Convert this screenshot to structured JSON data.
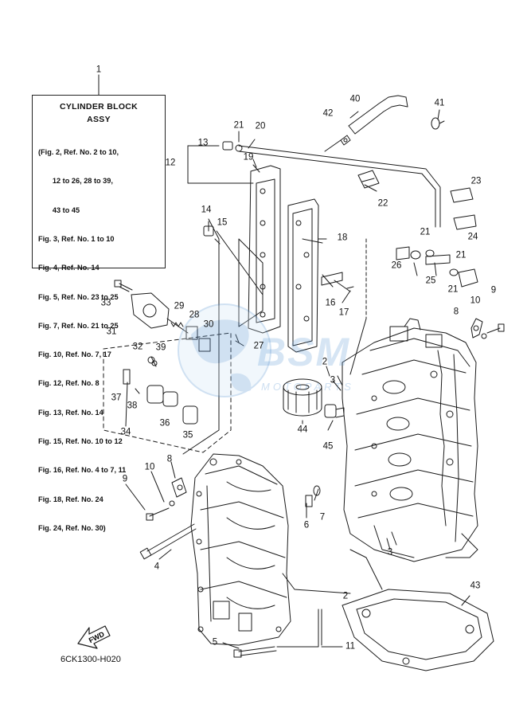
{
  "legend": {
    "title": "CYLINDER BLOCK",
    "subtitle": "ASSY",
    "lines": [
      "(Fig. 2, Ref. No. 2 to 10,",
      "       12 to 26, 28 to 39,",
      "       43 to 45",
      "Fig. 3, Ref. No. 1 to 10",
      "Fig. 4, Ref. No. 14",
      "Fig. 5, Ref. No. 23 to 25",
      "Fig. 7, Ref. No. 21 to 25",
      "Fig. 10, Ref. No. 7, 17",
      "Fig. 12, Ref. No. 8",
      "Fig. 13, Ref. No. 14",
      "Fig. 15, Ref. No. 10 to 12",
      "Fig. 16, Ref. No. 4 to 7, 11",
      "Fig. 18, Ref. No. 24",
      "Fig. 24, Ref. No. 30)"
    ]
  },
  "callouts": [
    "1",
    "2",
    "2",
    "3",
    "3",
    "4",
    "5",
    "6",
    "7",
    "8",
    "8",
    "9",
    "9",
    "10",
    "10",
    "11",
    "12",
    "13",
    "14",
    "15",
    "16",
    "17",
    "18",
    "19",
    "20",
    "21",
    "21",
    "21",
    "21",
    "22",
    "23",
    "24",
    "25",
    "26",
    "27",
    "28",
    "29",
    "30",
    "31",
    "32",
    "33",
    "34",
    "35",
    "36",
    "37",
    "38",
    "39",
    "40",
    "41",
    "42",
    "43",
    "44",
    "45"
  ],
  "fwd_label": "FWD",
  "diagram_code": "6CK1300-H020",
  "watermark": {
    "text": "BSM",
    "subtext": "MOTOPARTS"
  },
  "colors": {
    "line": "#1a1a1a",
    "watermark": "#5a96d2"
  }
}
